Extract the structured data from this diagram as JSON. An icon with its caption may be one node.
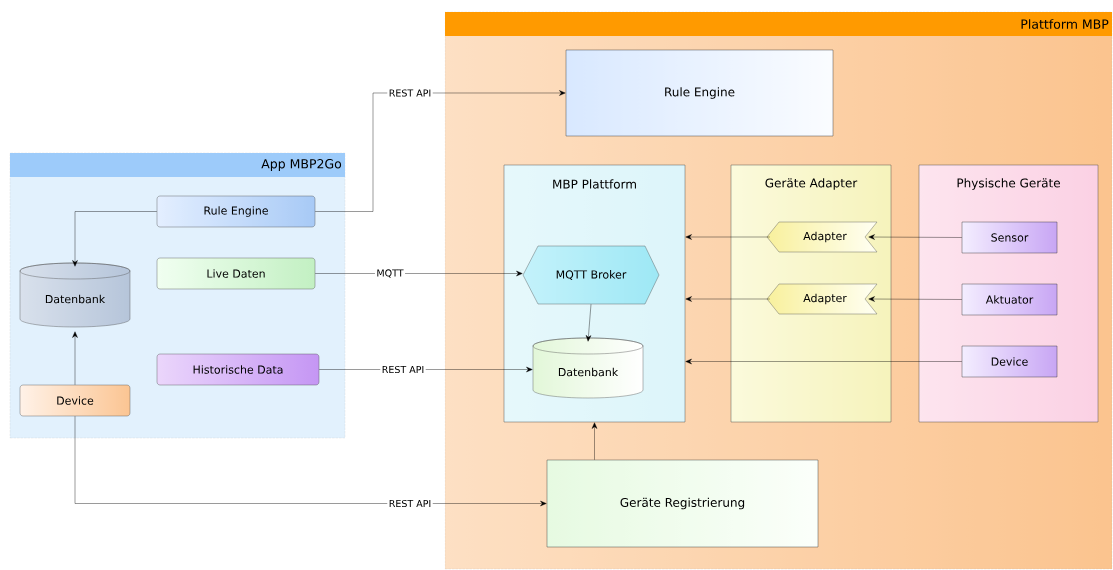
{
  "diagram": {
    "nodes": [
      {
        "text": [
          "Plattform MBP"
        ]
      },
      {
        "text": [
          "Rule Engine"
        ],
        "in": 0
      },
      {
        "text": [
          "MBP Plattform"
        ],
        "in": 0
      },
      {
        "text": [
          "MQTT Broker"
        ],
        "in": 2
      },
      {
        "text": [
          "Datenbank"
        ],
        "in": 2
      },
      {
        "text": [
          "Geräte Adapter"
        ],
        "in": 0
      },
      {
        "text": [
          "Adapter"
        ],
        "in": 5
      },
      {
        "text": [
          "Adapter"
        ],
        "in": 5
      },
      {
        "text": [
          "Physische Geräte"
        ],
        "in": 0
      },
      {
        "text": [
          "Sensor"
        ],
        "in": 8
      },
      {
        "text": [
          "Aktuator"
        ],
        "in": 8
      },
      {
        "text": [
          "Device"
        ],
        "in": 8
      },
      {
        "text": [
          "Geräte Registrierung"
        ],
        "in": 0
      },
      {
        "text": [
          "App MBP2Go"
        ]
      },
      {
        "text": [
          "Rule Engine"
        ],
        "in": 13
      },
      {
        "text": [
          "Datenbank"
        ],
        "in": 13
      },
      {
        "text": [
          "Live Daten"
        ],
        "in": 13
      },
      {
        "text": [
          "Historische Data"
        ],
        "in": 13
      },
      {
        "text": [
          "Device"
        ],
        "in": 13
      }
    ],
    "edges": [
      {
        "from": 14,
        "to": 1,
        "arrow": "to",
        "label": "REST API"
      },
      {
        "from": 14,
        "to": 15,
        "arrow": "to"
      },
      {
        "from": 16,
        "to": 3,
        "arrow": "to",
        "label": "MQTT"
      },
      {
        "from": 17,
        "to": 4,
        "arrow": "to",
        "label": "REST API"
      },
      {
        "from": 18,
        "to": 15,
        "arrow": "to"
      },
      {
        "from": 18,
        "to": 12,
        "arrow": "to",
        "label": "REST API"
      },
      {
        "from": 3,
        "to": 4,
        "arrow": "to"
      },
      {
        "from": 9,
        "to": 6,
        "arrow": "to"
      },
      {
        "from": 10,
        "to": 7,
        "arrow": "to"
      },
      {
        "from": 6,
        "to": 2,
        "arrow": "to"
      },
      {
        "from": 7,
        "to": 2,
        "arrow": "to"
      },
      {
        "from": 11,
        "to": 2,
        "arrow": "to"
      },
      {
        "from": 12,
        "to": 2,
        "arrow": "to"
      }
    ]
  }
}
